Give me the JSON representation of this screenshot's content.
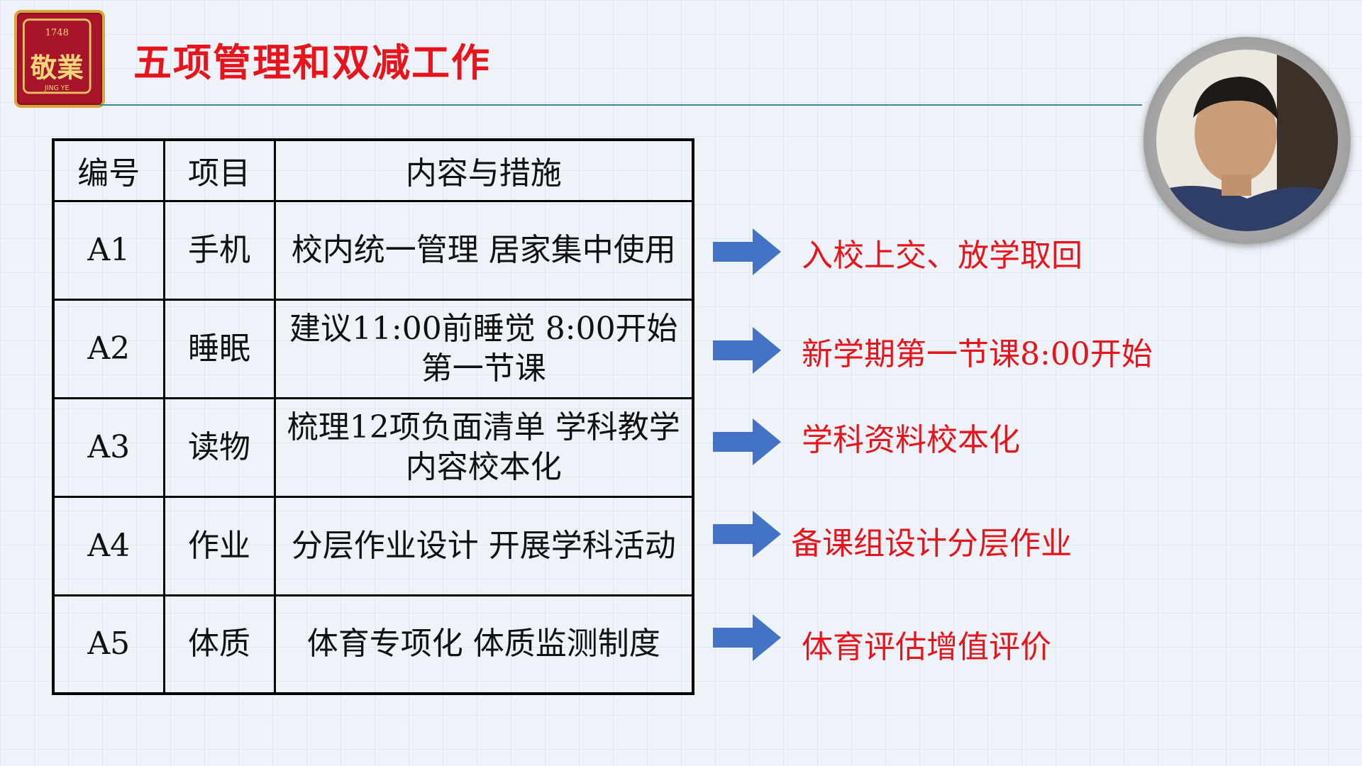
{
  "header": {
    "title": "五项管理和双减工作",
    "logo": {
      "year": "1748",
      "chars": "敬業",
      "pinyin": "JING YE"
    }
  },
  "table": {
    "headers": [
      "编号",
      "项目",
      "内容与措施"
    ],
    "rows": [
      {
        "id": "A1",
        "item": "手机",
        "content": [
          "校内统一管理",
          "居家集中使用"
        ]
      },
      {
        "id": "A2",
        "item": "睡眠",
        "content": [
          "建议11:00前睡觉",
          "8:00开始第一节课"
        ]
      },
      {
        "id": "A3",
        "item": "读物",
        "content": [
          "梳理12项负面清单",
          "学科教学内容校本化"
        ]
      },
      {
        "id": "A4",
        "item": "作业",
        "content": [
          "分层作业设计",
          "开展学科活动"
        ]
      },
      {
        "id": "A5",
        "item": "体质",
        "content": [
          "体育专项化",
          "体质监测制度"
        ]
      }
    ]
  },
  "notes": [
    "入校上交、放学取回",
    "新学期第一节课8:00开始",
    "学科资料校本化",
    "备课组设计分层作业",
    "体育评估增值评价"
  ],
  "colors": {
    "accent_red": "#e8141c",
    "arrow_blue": "#4472c4",
    "rule_teal": "#3d8a8a",
    "logo_red": "#a8142a",
    "logo_gold": "#d8a73a"
  }
}
